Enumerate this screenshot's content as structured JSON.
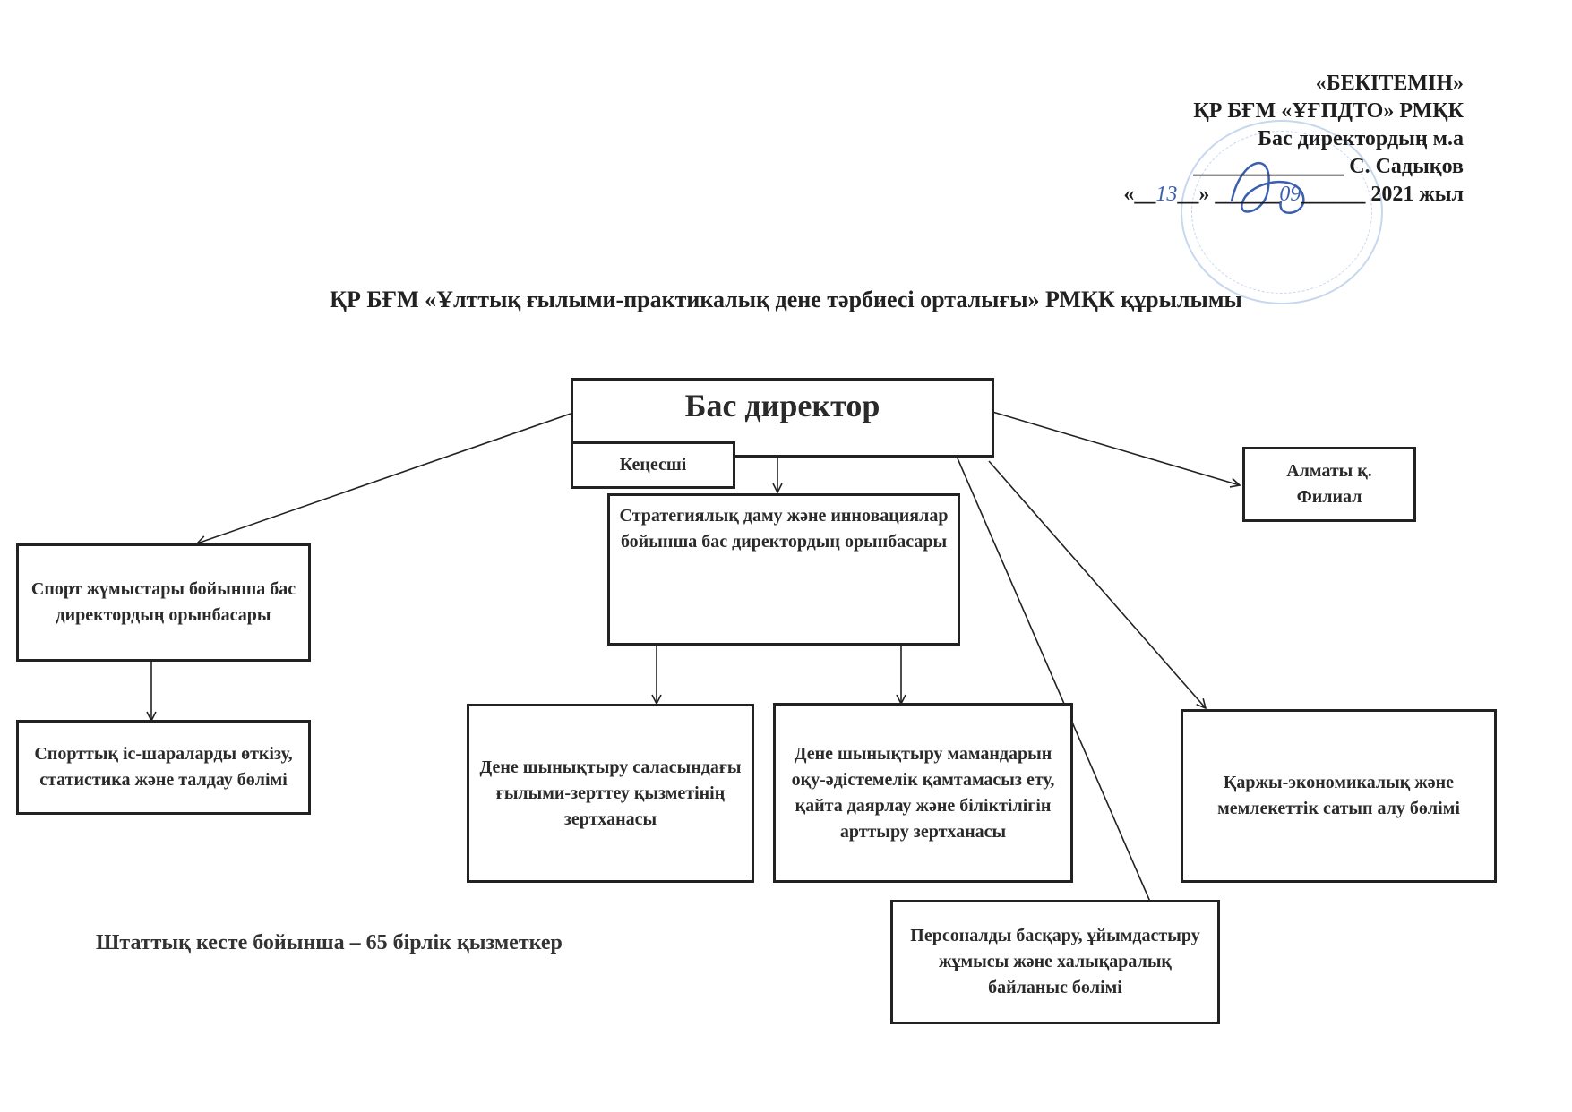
{
  "approval": {
    "line1": "«БЕКІТЕМІН»",
    "line2": "ҚР БҒМ «ҰҒПДТО» РМҚК",
    "line3": "Бас директордың м.а",
    "line4": "С. Садықов",
    "line5_prefix": "«",
    "line5_day": "13",
    "line5_mid": "»",
    "line5_month": "09",
    "line5_year": "2021  жыл"
  },
  "title": "ҚР БҒМ «Ұлттық ғылыми-практикалық дене тәрбиесі орталығы» РМҚК құрылымы",
  "nodes": {
    "director": "Бас директор",
    "adviser": "Кеңесші",
    "strategic_deputy": "Стратегиялық даму және инновациялар бойынша бас директордың орынбасары",
    "almaty_branch": "Алматы қ. Филиал",
    "sport_deputy": "Спорт жұмыстары бойынша бас директордың орынбасары",
    "sport_events_dept": "Спорттық іс-шараларды өткізу, статистика және талдау бөлімі",
    "research_lab": "Дене шынықтыру саласындағы ғылыми-зерттеу қызметінің зертханасы",
    "methodology_lab": "Дене шынықтыру мамандарын оқу-әдістемелік қамтамасыз ету, қайта даярлау және біліктілігін арттыру зертханасы",
    "finance_dept": "Қаржы-экономикалық және мемлекеттік сатып алу бөлімі",
    "hr_dept": "Персоналды басқару, ұйымдастыру жұмысы және халықаралық байланыс бөлімі"
  },
  "staff_note": "Штаттық кесте бойынша – 65 бірлік қызметкер",
  "colors": {
    "line": "#222222",
    "stamp": "#9bb8e0",
    "signature": "#3b5fb0"
  }
}
